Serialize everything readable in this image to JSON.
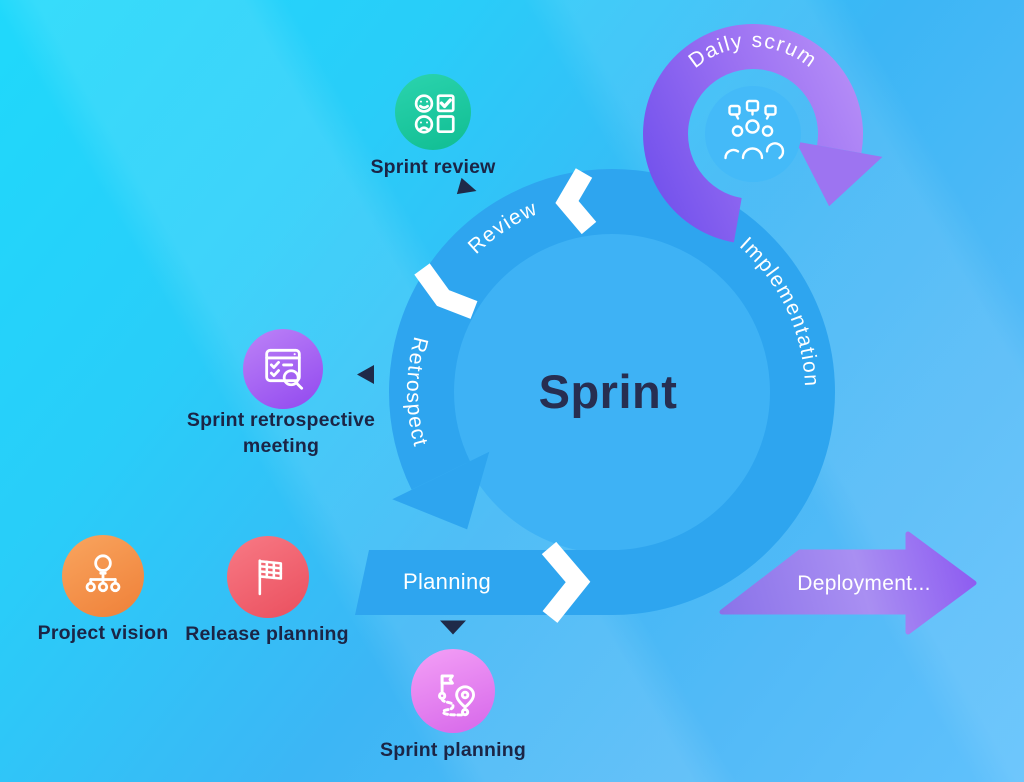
{
  "cycle": {
    "title": "Sprint",
    "segments": {
      "planning": "Planning",
      "implementation": "Implementation",
      "review": "Review",
      "retrospect": "Retrospect"
    }
  },
  "daily_scrum": {
    "label": "Daily scrum",
    "icon": "team-discussion-icon"
  },
  "deployment": {
    "label": "Deployment..."
  },
  "milestones": {
    "sprint_review": {
      "label": "Sprint review",
      "icon": "feedback-checklist-icon"
    },
    "sprint_retrospective": {
      "label": "Sprint retrospective meeting",
      "line1": "Sprint retrospective",
      "line2": "meeting",
      "icon": "document-magnifier-icon"
    },
    "project_vision": {
      "label": "Project vision",
      "icon": "idea-hierarchy-icon"
    },
    "release_planning": {
      "label": "Release planning",
      "icon": "checkered-flag-icon"
    },
    "sprint_planning": {
      "label": "Sprint planning",
      "icon": "route-map-icon"
    }
  },
  "colors": {
    "background_top_left": "#1FD9FB",
    "background_bottom_right": "#60C1FC",
    "ring_blue": "#2EA5EF",
    "ring_inner_disc": "#3EB2F5",
    "navy_text": "#1B2546",
    "daily_scrum_gradient": [
      "#7150EC",
      "#BB93F8"
    ],
    "deployment_gradient": [
      "#8A73E9",
      "#8C59F1"
    ],
    "review_icon": [
      "#2BD4AE",
      "#10BD92"
    ],
    "retrospective_icon": [
      "#BD83F7",
      "#9148EF"
    ],
    "vision_icon": [
      "#F9A55F",
      "#EF8038"
    ],
    "release_icon": [
      "#F87A85",
      "#EA4F5E"
    ],
    "sprint_planning_icon": [
      "#F4A0F6",
      "#D667EA"
    ]
  }
}
